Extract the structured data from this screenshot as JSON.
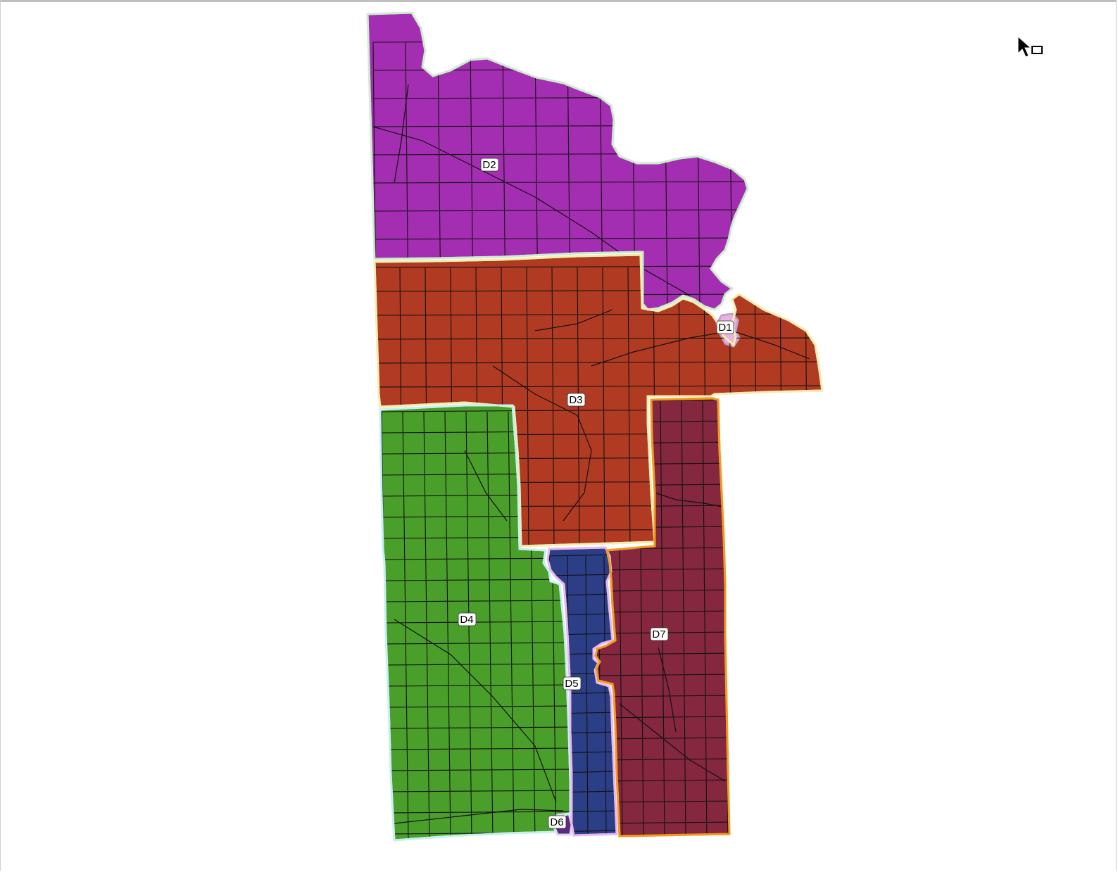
{
  "map": {
    "districts": [
      {
        "id": "D1",
        "label": "D1",
        "color": "#e9b3e0",
        "outline": "#c8a0c8"
      },
      {
        "id": "D2",
        "label": "D2",
        "color": "#a42eb1",
        "outline": "#cdeccd"
      },
      {
        "id": "D3",
        "label": "D3",
        "color": "#b03b22",
        "outline": "#f3edb0"
      },
      {
        "id": "D4",
        "label": "D4",
        "color": "#4a9f2a",
        "outline": "#c7eef0"
      },
      {
        "id": "D5",
        "label": "D5",
        "color": "#2c3e86",
        "outline": "#e9b6ee"
      },
      {
        "id": "D6",
        "label": "D6",
        "color": "#5d2a7e",
        "outline": "#d9d9f0"
      },
      {
        "id": "D7",
        "label": "D7",
        "color": "#84273f",
        "outline": "#f19a1e"
      }
    ]
  },
  "toolbar": {
    "cursor_tool_icon": "select-arrow-icon"
  }
}
